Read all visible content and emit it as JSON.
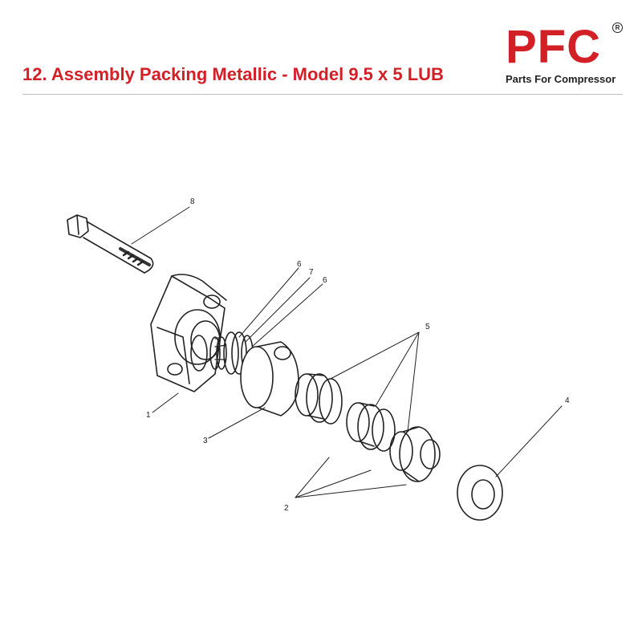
{
  "header": {
    "title": "12. Assembly Packing Metallic - Model 9.5 x 5 LUB"
  },
  "logo": {
    "letters": "PFC",
    "registered_mark": "R",
    "tagline": "Parts For Compressor",
    "brand_color": "#d32027"
  },
  "diagram": {
    "callouts": [
      "8",
      "6",
      "7",
      "6",
      "5",
      "4",
      "1",
      "3",
      "2"
    ]
  }
}
